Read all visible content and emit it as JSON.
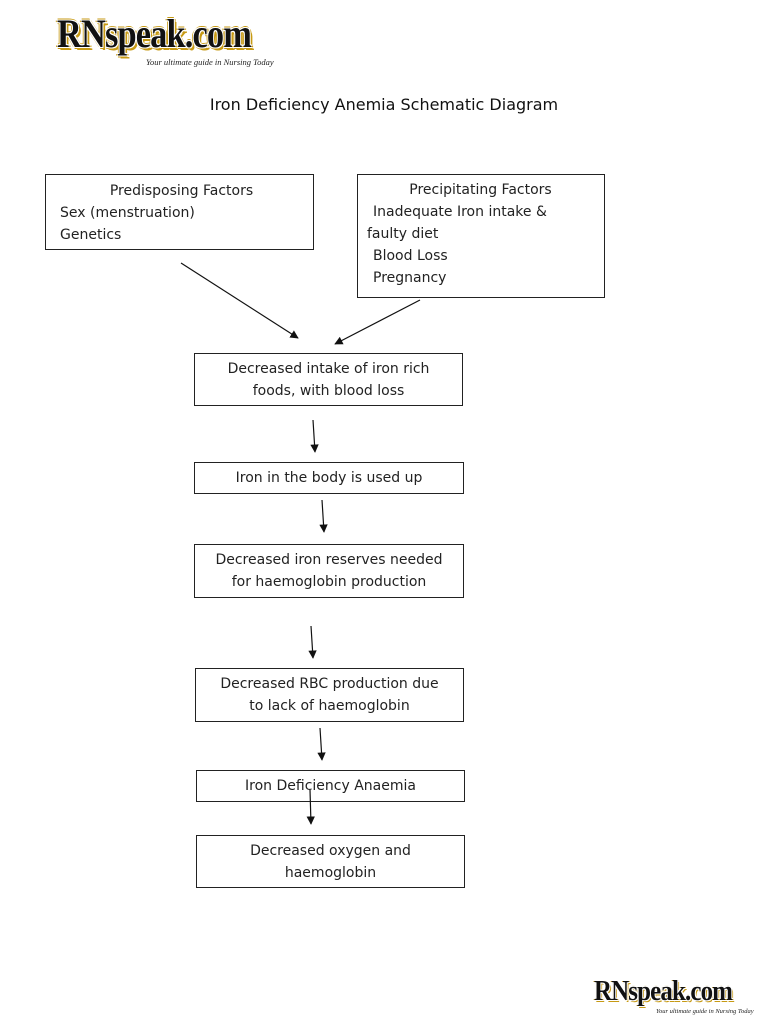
{
  "branding": {
    "logo_text": "RNspeak.com",
    "tagline": "Your ultimate guide in Nursing Today",
    "accent_color": "#c79a14"
  },
  "title": "Iron Deficiency Anemia Schematic Diagram",
  "predisposing": {
    "heading": "Predisposing Factors",
    "items": [
      "Sex (menstruation)",
      "Genetics"
    ]
  },
  "precipitating": {
    "heading": "Precipitating Factors",
    "items": [
      "Inadequate Iron intake &",
      "faulty diet",
      "Blood Loss",
      "Pregnancy"
    ]
  },
  "flow": [
    {
      "lines": [
        "Decreased intake of iron rich",
        "foods, with blood loss"
      ]
    },
    {
      "lines": [
        "Iron in the body is used up"
      ]
    },
    {
      "lines": [
        "Decreased iron reserves needed",
        "for haemoglobin production"
      ]
    },
    {
      "lines": [
        "Decreased RBC production due",
        "to lack of haemoglobin"
      ]
    },
    {
      "lines": [
        "Iron Deficiency Anaemia"
      ]
    },
    {
      "lines": [
        "Decreased oxygen and",
        "haemoglobin"
      ]
    }
  ]
}
